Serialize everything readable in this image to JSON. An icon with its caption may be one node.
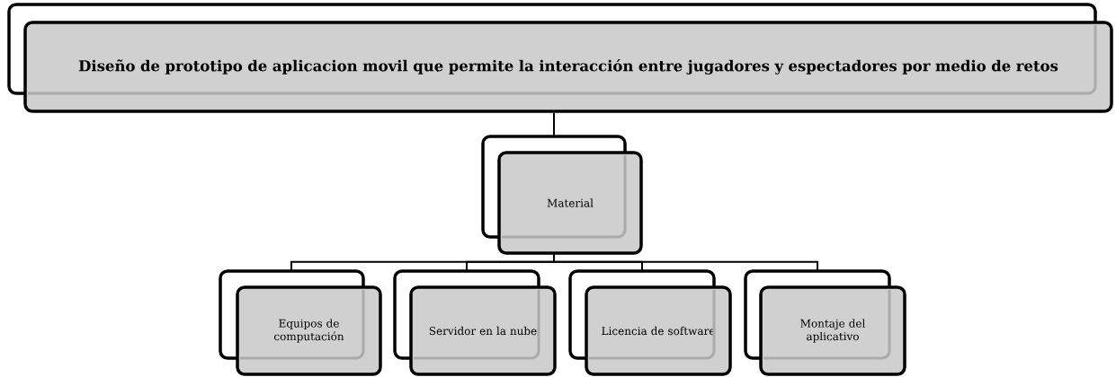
{
  "diagram": {
    "nodes": [
      {
        "text": [
          "Diseño de prototipo de aplicacion movil que permite la interacción entre jugadores y espectadores por medio de retos"
        ]
      },
      {
        "text": [
          "Material"
        ]
      },
      {
        "text": [
          "Equipos de computación"
        ]
      },
      {
        "text": [
          "Servidor en la nube"
        ]
      },
      {
        "text": [
          "Licencia de software"
        ]
      },
      {
        "text": [
          "Montaje del aplicativo"
        ]
      }
    ],
    "edges": [
      {
        "from": 0,
        "to": 1,
        "arrow": "none"
      },
      {
        "from": 1,
        "to": 2,
        "arrow": "none"
      },
      {
        "from": 1,
        "to": 3,
        "arrow": "none"
      },
      {
        "from": 1,
        "to": 4,
        "arrow": "none"
      },
      {
        "from": 1,
        "to": 5,
        "arrow": "none"
      }
    ]
  }
}
